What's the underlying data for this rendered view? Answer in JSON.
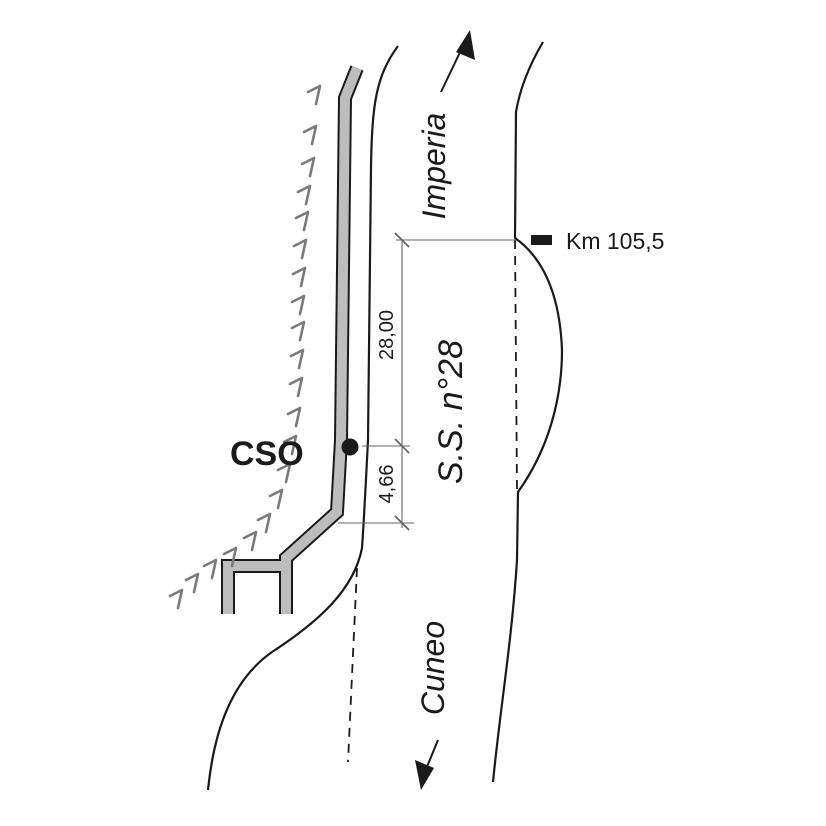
{
  "road": {
    "name": "S.S. n°28"
  },
  "directions": {
    "north": "Imperia",
    "south": "Cuneo"
  },
  "dimensions": {
    "upper": "28,00",
    "lower": "4,66"
  },
  "point": {
    "label": "CSO"
  },
  "kilometre": {
    "label": "Km 105,5"
  },
  "colors": {
    "line": "#1a1a1a",
    "channel": "#bdbdbd",
    "tick": "#7a7a7a",
    "dim": "#666666"
  }
}
